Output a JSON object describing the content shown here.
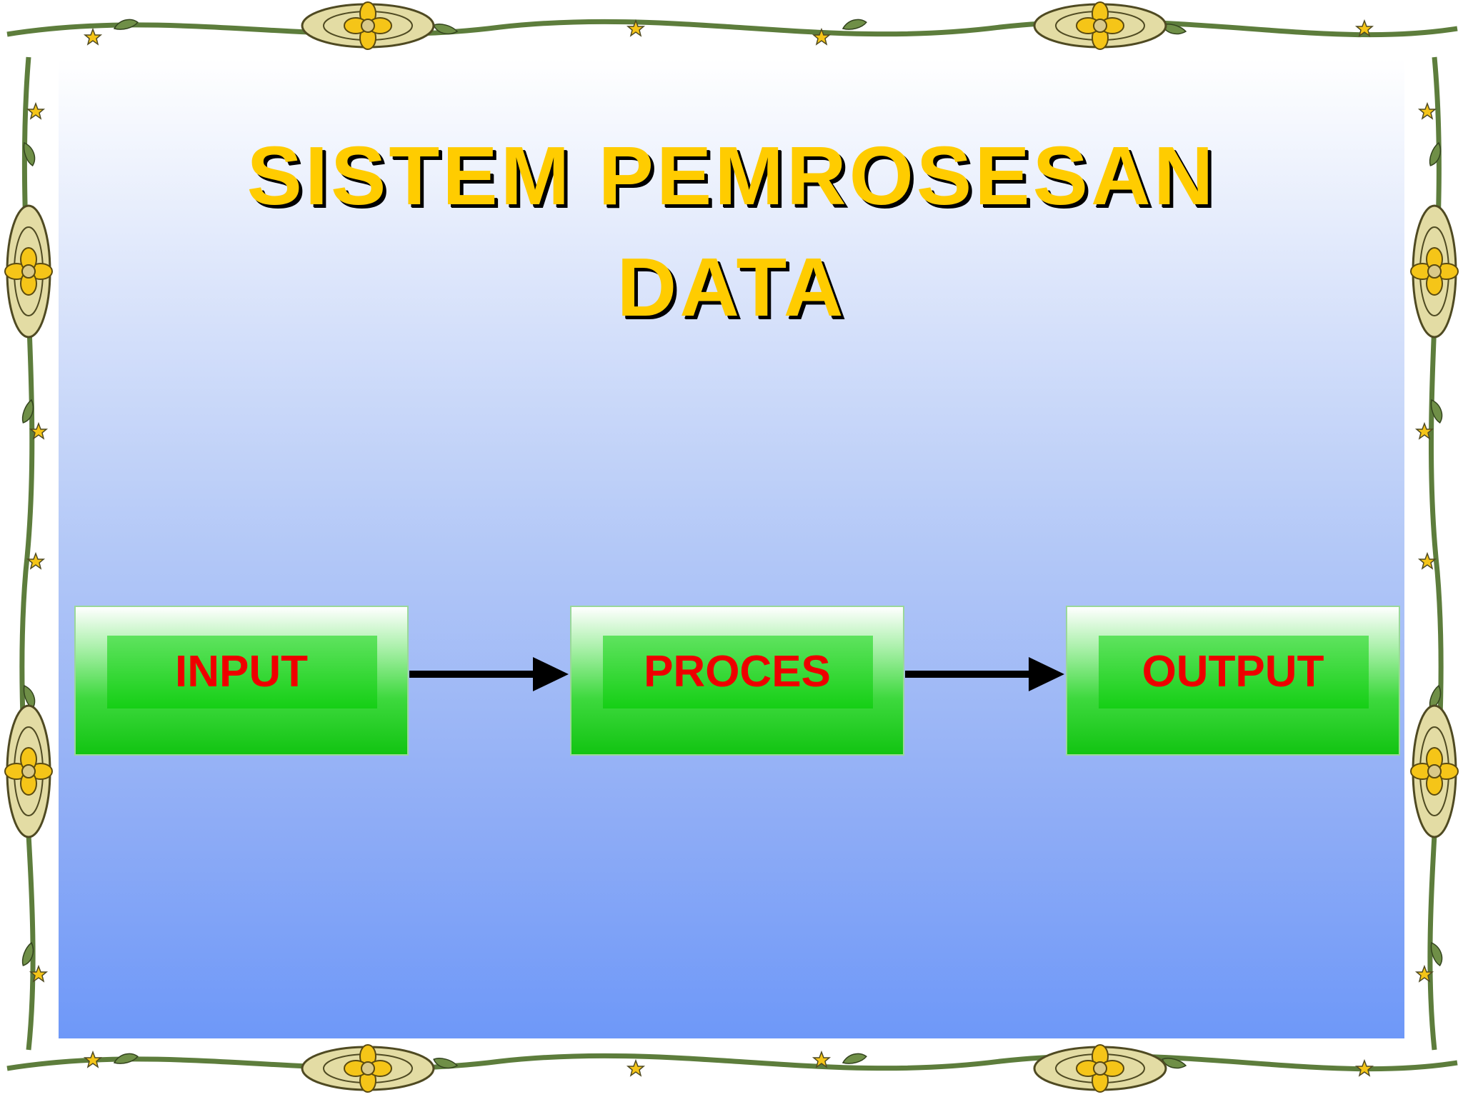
{
  "slide": {
    "title_line_1": "SISTEM PEMROSESAN",
    "title_line_2": "DATA"
  },
  "diagram": {
    "nodes": [
      {
        "label": "INPUT"
      },
      {
        "label": "PROCES"
      },
      {
        "label": "OUTPUT"
      }
    ]
  },
  "colors": {
    "title_fill": "#ffcc00",
    "title_shadow": "#000000",
    "node_label": "#ee0000",
    "node_fill": "#22cc22",
    "background_top": "#ffffff",
    "background_bottom": "#6e98f8",
    "arrow": "#000000"
  },
  "decoration": {
    "border_style": "ornamental floral vine border with yellow flowers"
  }
}
